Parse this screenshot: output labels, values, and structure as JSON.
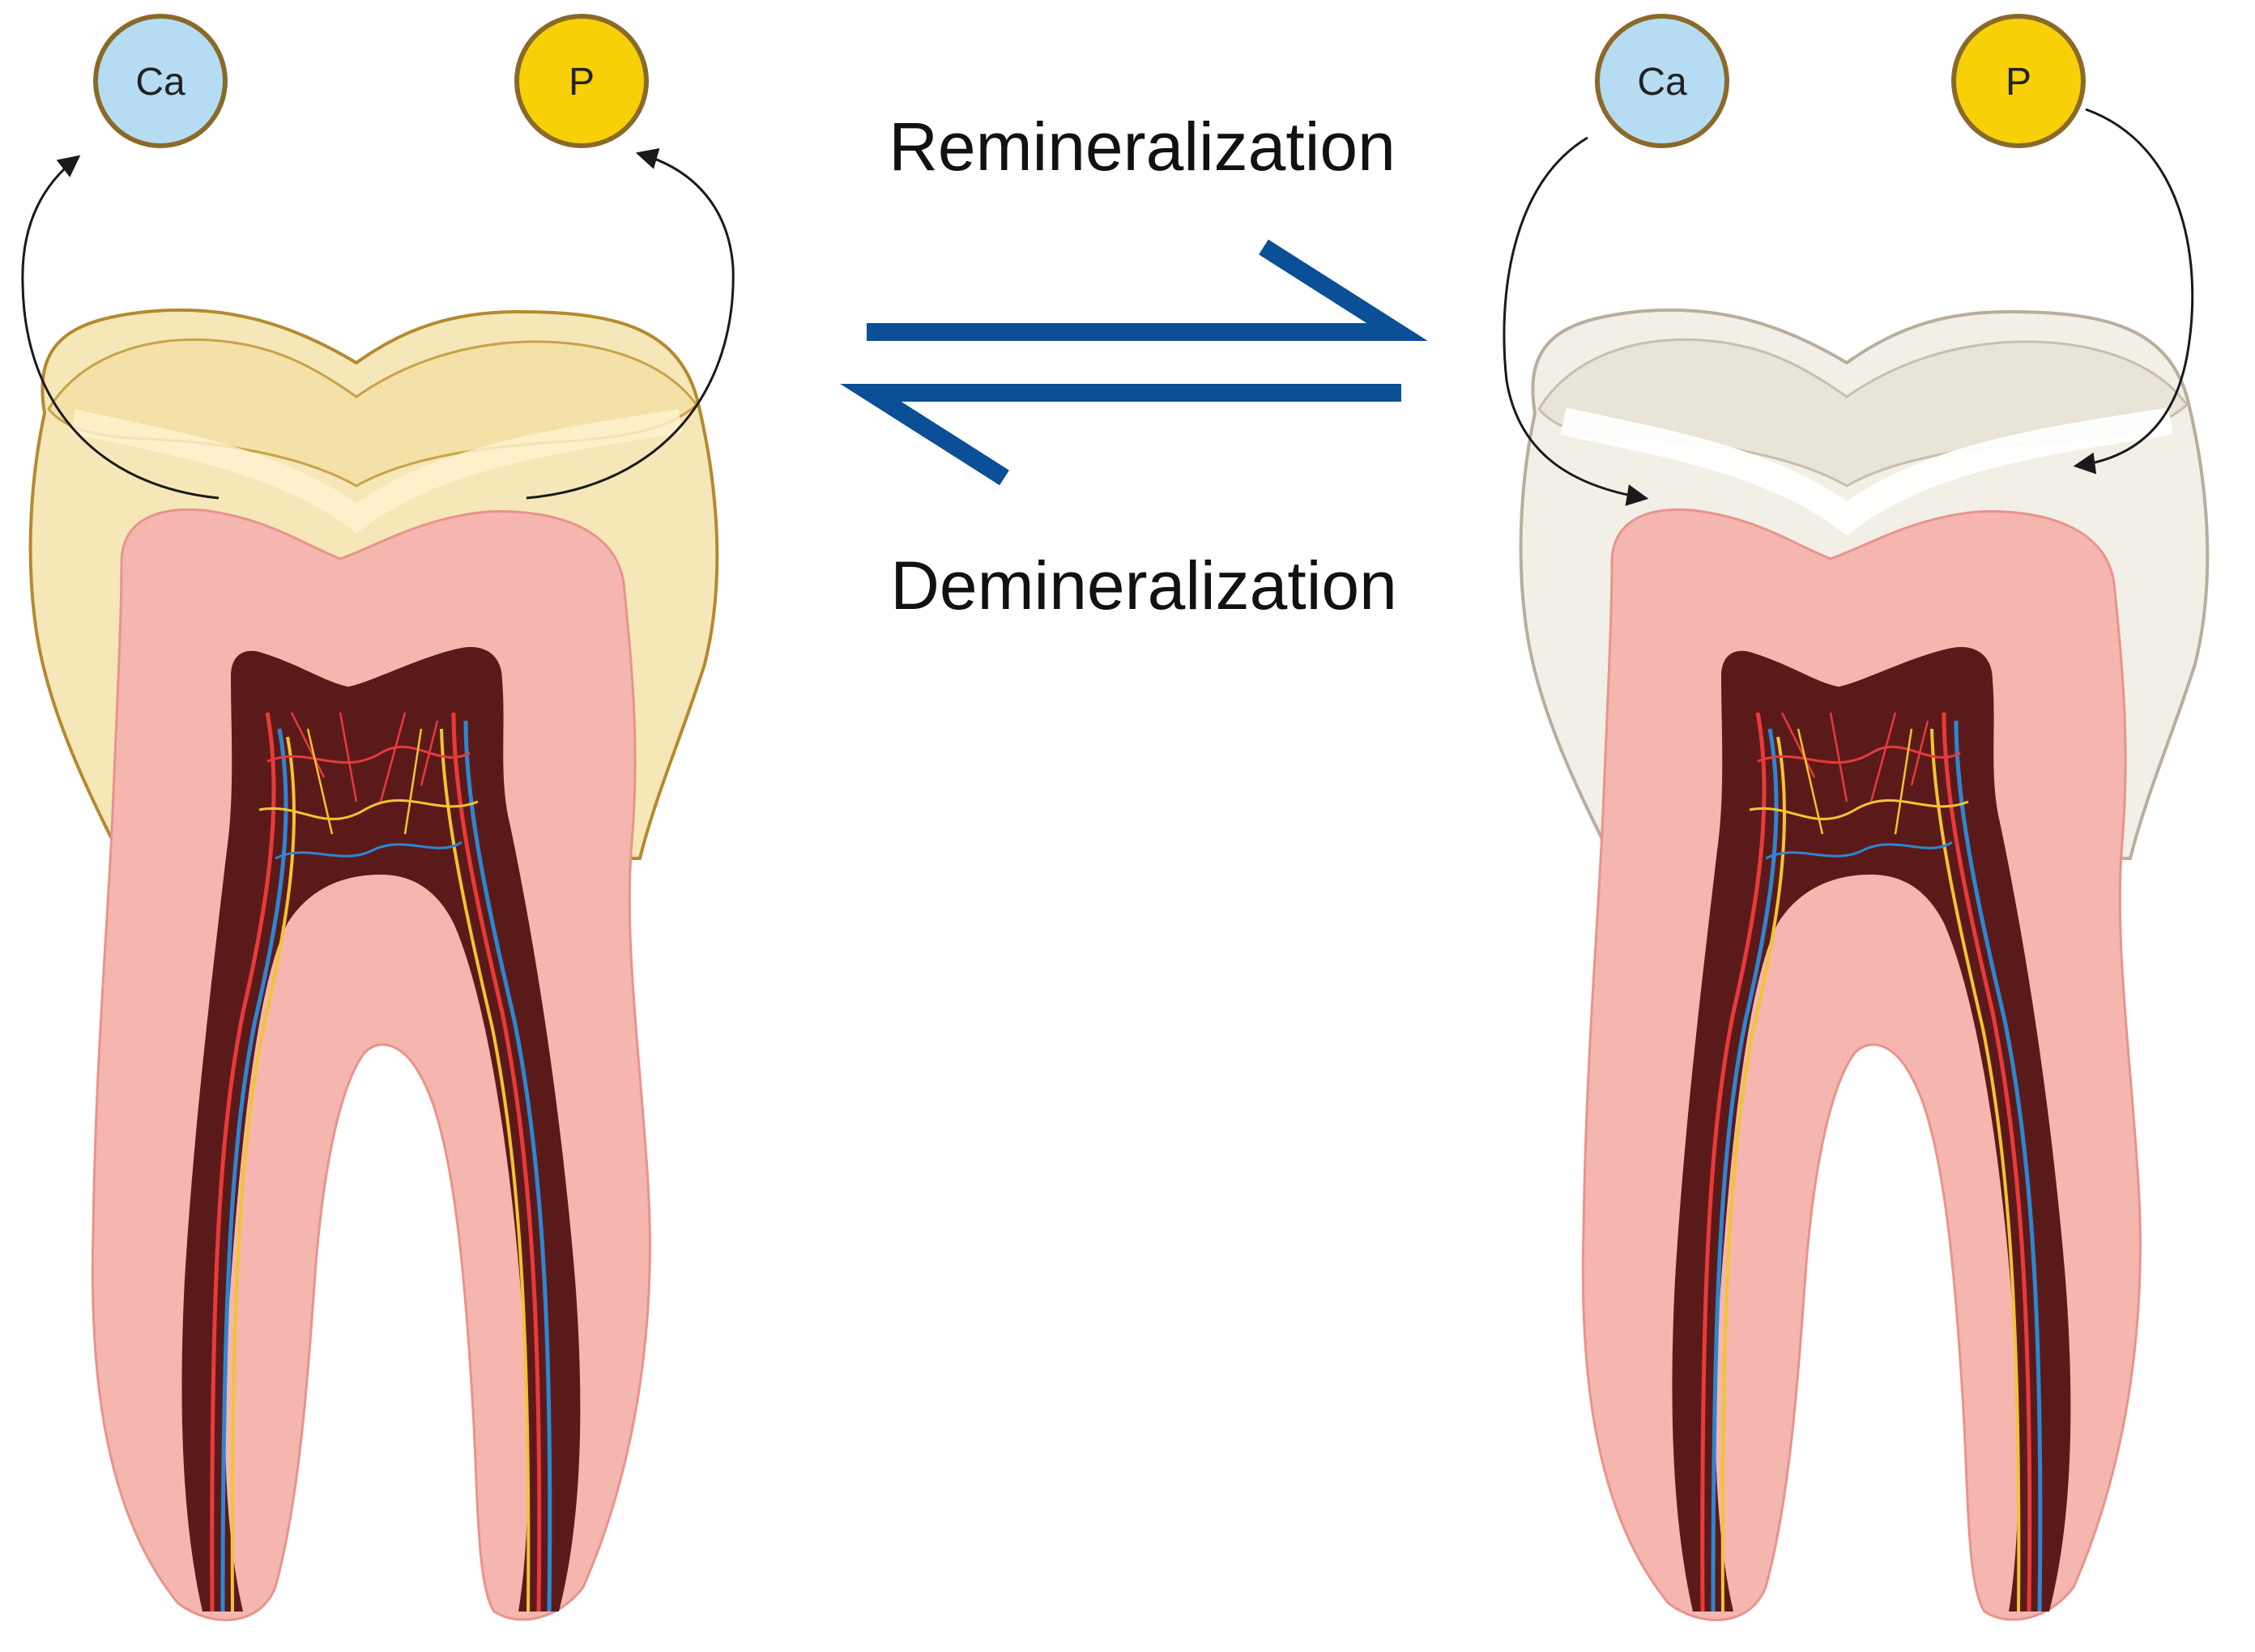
{
  "diagram": {
    "labels": {
      "remineralization": "Remineralization",
      "demineralization": "Demineralization"
    },
    "left_tooth": {
      "state": "demineralized",
      "ions": {
        "calcium": "Ca",
        "phosphate": "P"
      }
    },
    "right_tooth": {
      "state": "remineralized",
      "ions": {
        "calcium": "Ca",
        "phosphate": "P"
      }
    },
    "colors": {
      "calcium_ion": "#B6DCF3",
      "phosphate_ion": "#F7D007",
      "ion_border": "#8A6A2A",
      "equilibrium_arrow": "#0B4F96",
      "demineralized_enamel": "#F5E7B8",
      "remineralized_enamel": "#F2EFE7",
      "dentin": "#F4B6AE",
      "pulp": "#5B1A1A",
      "vessel_artery": "#E83A3A",
      "vessel_vein": "#2E86D1",
      "nerve": "#F2C431"
    },
    "icons": [
      "calcium-ion-icon",
      "phosphate-ion-icon",
      "equilibrium-arrow-icon",
      "tooth-icon"
    ]
  }
}
